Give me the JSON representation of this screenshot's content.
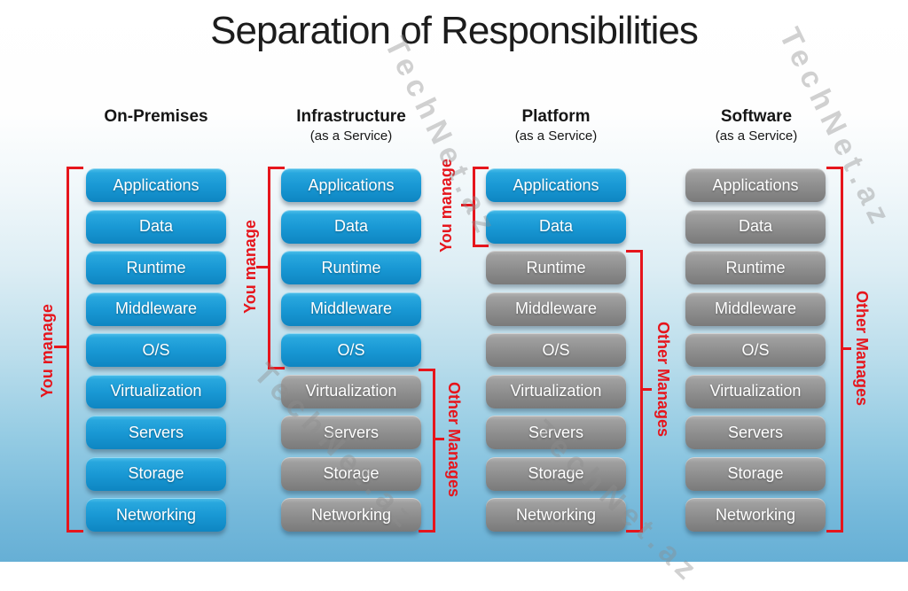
{
  "title": "Separation of Responsibilities",
  "watermark_text": "TechNet.az",
  "legend_labels": {
    "you_manage": "You manage",
    "other_manages": "Other Manages"
  },
  "colors": {
    "you_manage_box": "#1897d3",
    "other_manages_box": "#8d8d8d",
    "bracket_red": "#e6151c",
    "background_bottom": "#66afd5"
  },
  "columns": [
    {
      "title": "On-Premises",
      "subtitle": "",
      "layers": [
        {
          "label": "Applications",
          "managed_by": "you"
        },
        {
          "label": "Data",
          "managed_by": "you"
        },
        {
          "label": "Runtime",
          "managed_by": "you"
        },
        {
          "label": "Middleware",
          "managed_by": "you"
        },
        {
          "label": "O/S",
          "managed_by": "you"
        },
        {
          "label": "Virtualization",
          "managed_by": "you"
        },
        {
          "label": "Servers",
          "managed_by": "you"
        },
        {
          "label": "Storage",
          "managed_by": "you"
        },
        {
          "label": "Networking",
          "managed_by": "you"
        }
      ]
    },
    {
      "title": "Infrastructure",
      "subtitle": "(as a Service)",
      "layers": [
        {
          "label": "Applications",
          "managed_by": "you"
        },
        {
          "label": "Data",
          "managed_by": "you"
        },
        {
          "label": "Runtime",
          "managed_by": "you"
        },
        {
          "label": "Middleware",
          "managed_by": "you"
        },
        {
          "label": "O/S",
          "managed_by": "you"
        },
        {
          "label": "Virtualization",
          "managed_by": "other"
        },
        {
          "label": "Servers",
          "managed_by": "other"
        },
        {
          "label": "Storage",
          "managed_by": "other"
        },
        {
          "label": "Networking",
          "managed_by": "other"
        }
      ]
    },
    {
      "title": "Platform",
      "subtitle": "(as a Service)",
      "layers": [
        {
          "label": "Applications",
          "managed_by": "you"
        },
        {
          "label": "Data",
          "managed_by": "you"
        },
        {
          "label": "Runtime",
          "managed_by": "other"
        },
        {
          "label": "Middleware",
          "managed_by": "other"
        },
        {
          "label": "O/S",
          "managed_by": "other"
        },
        {
          "label": "Virtualization",
          "managed_by": "other"
        },
        {
          "label": "Servers",
          "managed_by": "other"
        },
        {
          "label": "Storage",
          "managed_by": "other"
        },
        {
          "label": "Networking",
          "managed_by": "other"
        }
      ]
    },
    {
      "title": "Software",
      "subtitle": "(as a Service)",
      "layers": [
        {
          "label": "Applications",
          "managed_by": "other"
        },
        {
          "label": "Data",
          "managed_by": "other"
        },
        {
          "label": "Runtime",
          "managed_by": "other"
        },
        {
          "label": "Middleware",
          "managed_by": "other"
        },
        {
          "label": "O/S",
          "managed_by": "other"
        },
        {
          "label": "Virtualization",
          "managed_by": "other"
        },
        {
          "label": "Servers",
          "managed_by": "other"
        },
        {
          "label": "Storage",
          "managed_by": "other"
        },
        {
          "label": "Networking",
          "managed_by": "other"
        }
      ]
    }
  ]
}
